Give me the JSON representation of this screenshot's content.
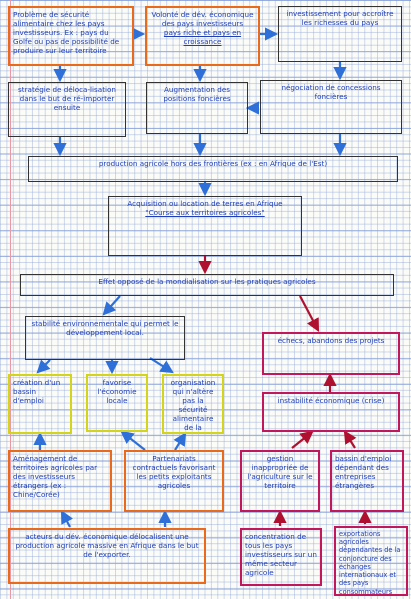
{
  "diagram": {
    "colors": {
      "ink": "#1f3fb8",
      "orange_frame": "#e86a1a",
      "black_frame": "#333333",
      "yellow_frame": "#d4d41a",
      "crimson_frame": "#c2185b",
      "arrow_blue": "#2f6fd8",
      "arrow_red": "#b01030",
      "margin_line": "#e79aa6"
    },
    "nodes": {
      "problemes": "Problème de sécurité alimentaire chez les pays investisseurs. Ex : pays du Golfe ou pas de possibilité de produire sur leur territoire",
      "volonte": "Volonté de dév. économique des pays investisseurs",
      "pays_riches": "pays riche et pays en croissance",
      "investissement": "investissement pour accroître les richesses du pays",
      "strategie": "stratégie de déloca-lisation dans le but de ré-importer ensuite",
      "augmentation": "Augmentation des positions foncières",
      "negociation": "négociation de concessions foncières",
      "production": "production agricole hors des frontières (ex : en Afrique de l'Est)",
      "acquisition_text": "Acquisition ou location de terres en Afrique",
      "acquisition_quote": "\"Course aux territoires agricoles\"",
      "effet": "Effet opposé de la mondialisation sur les pratiques agricoles",
      "stabilite": "stabilité environnementale qui permet le développement local.",
      "echecs": "échecs, abandons des projets",
      "creation": "création d'un bassin d'emploi",
      "favorise": "favorise l'économie locale",
      "organisation": "organisation qui n'altère pas la sécurité alimentaire de la population concernée",
      "instabilite": "instabilité économique (crise)",
      "amenagement": "Aménagement de territoires agricoles par des investisseurs étrangers (ex : Chine/Corée)",
      "partenariats": "Partenariats contractuels favorisant les petits exploitants agricoles",
      "gestion": "gestion inappropriée de l'agriculture sur le territoire",
      "bassin_dependant": "bassin d'emploi dépendant des entreprises étrangères",
      "acteurs": "acteurs du dév. économique délocalisent une production agricole massive en Afrique dans le but de l'exporter.",
      "concentration": "concentration de tous les pays investisseurs sur un même secteur agricole",
      "exportations": "exportations agricoles dépendantes de la conjoncture des échanges internationaux et des pays consommateurs"
    }
  }
}
